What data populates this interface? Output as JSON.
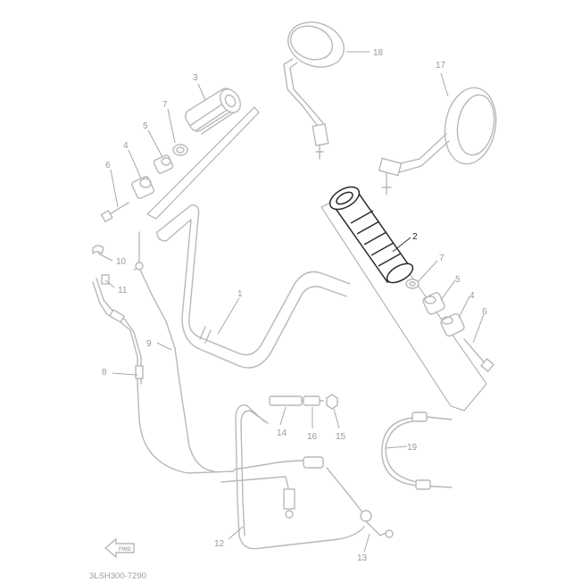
{
  "diagram_code": "3LSH300-7290",
  "fwd_label": "FWD",
  "callouts": [
    {
      "id": "1",
      "label": "1"
    },
    {
      "id": "2",
      "label": "2"
    },
    {
      "id": "3",
      "label": "3"
    },
    {
      "id": "4a",
      "label": "4"
    },
    {
      "id": "4b",
      "label": "4"
    },
    {
      "id": "5a",
      "label": "5"
    },
    {
      "id": "5b",
      "label": "5"
    },
    {
      "id": "6a",
      "label": "6"
    },
    {
      "id": "6b",
      "label": "6"
    },
    {
      "id": "7a",
      "label": "7"
    },
    {
      "id": "7b",
      "label": "7"
    },
    {
      "id": "8",
      "label": "8"
    },
    {
      "id": "9",
      "label": "9"
    },
    {
      "id": "10",
      "label": "10"
    },
    {
      "id": "11",
      "label": "11"
    },
    {
      "id": "12",
      "label": "12"
    },
    {
      "id": "13",
      "label": "13"
    },
    {
      "id": "14",
      "label": "14"
    },
    {
      "id": "15",
      "label": "15"
    },
    {
      "id": "16",
      "label": "16"
    },
    {
      "id": "17",
      "label": "17"
    },
    {
      "id": "18",
      "label": "18"
    },
    {
      "id": "19",
      "label": "19"
    }
  ],
  "highlighted_part": "2"
}
